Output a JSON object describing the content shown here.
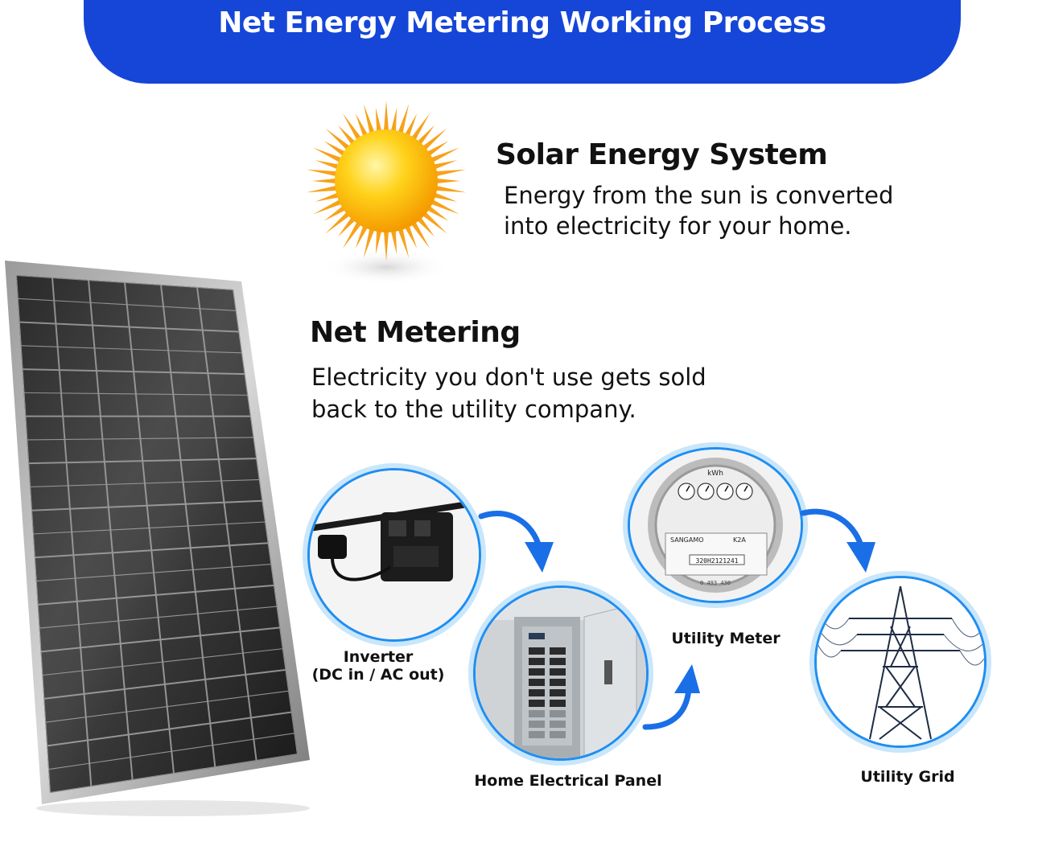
{
  "header": {
    "title": "Net Energy Metering Working Process"
  },
  "solar": {
    "heading": "Solar Energy System",
    "line1": "Energy from the sun is converted",
    "line2": "into electricity for your home."
  },
  "net_metering": {
    "heading": "Net Metering",
    "line1": "Electricity you don't use gets sold",
    "line2": "back to the utility company."
  },
  "steps": {
    "inverter_line1": "Inverter",
    "inverter_line2": "(DC in / AC out)",
    "panel": "Home Electrical Panel",
    "meter": "Utility Meter",
    "grid": "Utility Grid"
  },
  "meter_face": {
    "unit": "kWh",
    "brand": "SANGAMO",
    "model": "K2A",
    "serial": "320H2121241",
    "reading": "0 493 430"
  },
  "colors": {
    "banner": "#1546d8",
    "ring": "#1f8ef1",
    "arrow": "#1a6fe6"
  },
  "icons": [
    "sun-icon",
    "solar-panel-image",
    "inverter-image",
    "electrical-panel-image",
    "utility-meter-image",
    "power-tower-image",
    "flow-arrow-icon"
  ]
}
